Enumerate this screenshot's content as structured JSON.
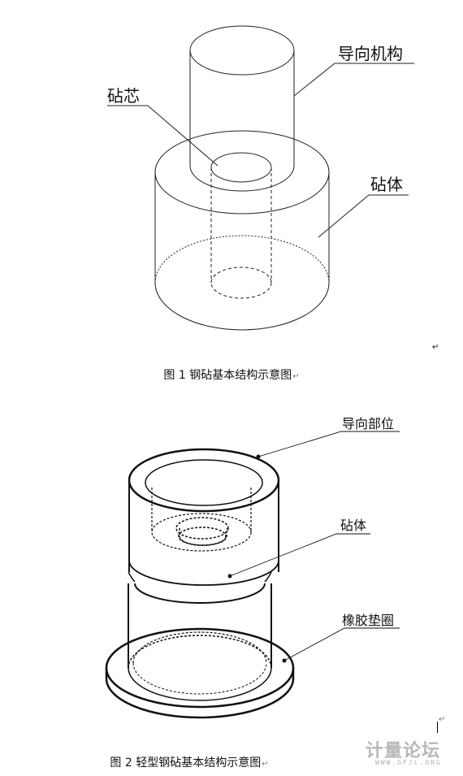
{
  "figure1": {
    "labels": {
      "guide": "导向机构",
      "core": "砧芯",
      "body": "砧体"
    },
    "caption": "图 1  钢砧基本结构示意图"
  },
  "figure2": {
    "labels": {
      "guide": "导向部位",
      "body": "砧体",
      "gasket": "橡胶垫圈"
    },
    "caption": "图 2  轻型钢砧基本结构示意图"
  },
  "marks": {
    "return": "↵"
  },
  "watermark": {
    "main": "计量论坛",
    "sub": "WWW.GFJL.ORG"
  }
}
